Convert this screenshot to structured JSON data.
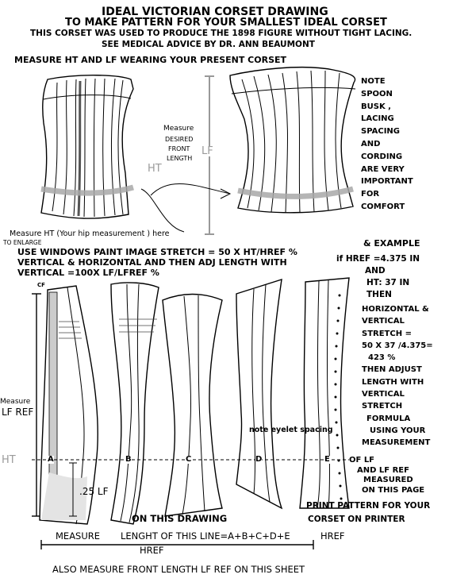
{
  "header": {
    "title": "IDEAL VICTORIAN CORSET DRAWING",
    "subtitle": "TO MAKE PATTERN FOR YOUR SMALLEST IDEAL CORSET",
    "line3": "THIS CORSET WAS USED TO PRODUCE THE 1898 FIGURE WITHOUT TIGHT LACING.",
    "line4": "SEE MEDICAL ADVICE BY DR.  ANN BEAUMONT",
    "measure_note": "MEASURE HT AND LF WEARING YOUR PRESENT CORSET"
  },
  "top_drawing": {
    "measure_desired_front_length": [
      "Measure",
      "DESIRED",
      "FRONT",
      "LENGTH"
    ],
    "lf_label": "LF",
    "ht_label": "HT",
    "hip_caption": "Measure HT (Your hip measurement ) here",
    "to_enlarge": "TO ENLARGE"
  },
  "note_block": [
    "NOTE",
    "SPOON",
    "BUSK ,",
    "LACING",
    "SPACING",
    "AND",
    "CORDING",
    "ARE VERY",
    "IMPORTANT",
    "FOR",
    "COMFORT"
  ],
  "instructions": {
    "line1": "USE WINDOWS PAINT IMAGE STRETCH =  50 X HT/HREF %",
    "line2": "VERTICAL & HORIZONTAL AND THEN   ADJ LENGTH WITH",
    "line3": "VERTICAL =100X LF/LFREF %"
  },
  "example": {
    "heading": "& EXAMPLE",
    "lines": [
      "if HREF =4.375 IN",
      "AND",
      "HT: 37 IN",
      "THEN",
      "HORIZONTAL &",
      "VERTICAL",
      "STRETCH =",
      "50 X 37 /4.375=",
      "423 %",
      "THEN ADJUST",
      "LENGTH WITH",
      "VERTICAL",
      "STRETCH",
      "FORMULA",
      "USING YOUR",
      "MEASUREMENT",
      "OF LF",
      "AND   LF REF",
      "MEASURED",
      "ON THIS PAGE"
    ]
  },
  "pattern": {
    "cf_label": "CF",
    "measure_lf_ref": [
      "Measure",
      "LF REF"
    ],
    "ht_label": "HT",
    "pieces": [
      "A",
      "B",
      "C",
      "D",
      "E"
    ],
    "quarter_lf": ".25 LF",
    "eyelet_note": "note eyelet spacing"
  },
  "footer": {
    "on_this_drawing": "ON THIS DRAWING",
    "print_pattern": [
      "PRINT PATTERN FOR YOUR",
      "CORSET    ON PRINTER"
    ],
    "measure": "MEASURE",
    "length_line": "LENGHT OF THIS LINE=A+B+C+D+E",
    "href_right": "HREF",
    "href_under": "HREF",
    "bottom": "ALSO MEASURE FRONT LENGTH LF REF  ON THIS SHEET"
  }
}
